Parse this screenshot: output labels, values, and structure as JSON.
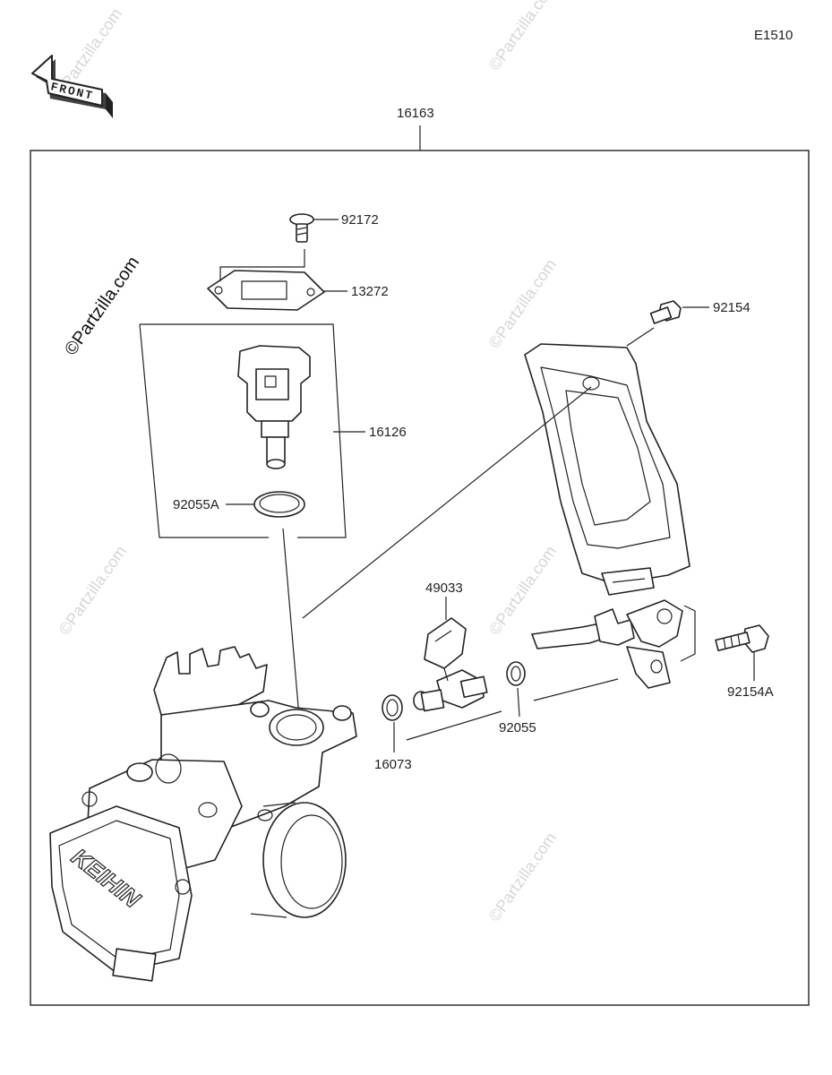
{
  "diagram": {
    "code": "E1510",
    "front_label": "FRONT",
    "assembly_label": "16163",
    "brand_mark": "KEIHIN",
    "watermark": "©Partzilla.com",
    "parts": [
      {
        "id": "p92172",
        "label": "92172"
      },
      {
        "id": "p13272",
        "label": "13272"
      },
      {
        "id": "p16126",
        "label": "16126"
      },
      {
        "id": "p92055A",
        "label": "92055A"
      },
      {
        "id": "p92154",
        "label": "92154"
      },
      {
        "id": "p49033",
        "label": "49033"
      },
      {
        "id": "p92055",
        "label": "92055"
      },
      {
        "id": "p16073",
        "label": "16073"
      },
      {
        "id": "p92154A",
        "label": "92154A"
      }
    ]
  }
}
